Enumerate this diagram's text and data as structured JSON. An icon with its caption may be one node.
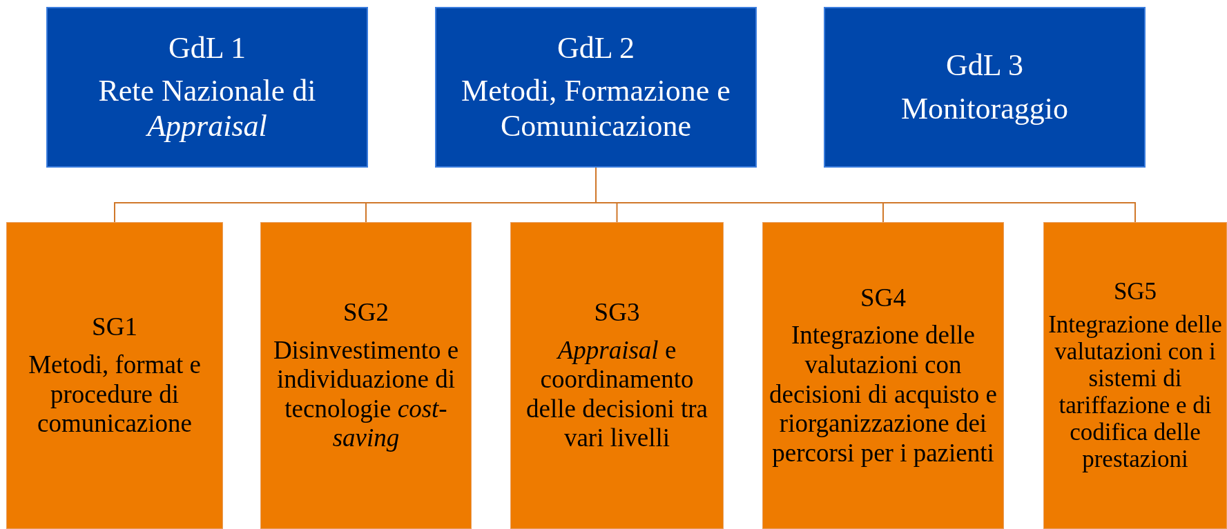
{
  "diagram": {
    "nodes": [
      {
        "text": [
          "GdL 1",
          "Rete Nazionale di *Appraisal*"
        ]
      },
      {
        "text": [
          "GdL 2",
          "Metodi, Formazione e Comunicazione"
        ]
      },
      {
        "text": [
          "GdL 3",
          "Monitoraggio"
        ]
      },
      {
        "text": [
          "SG1",
          "Metodi, format e procedure di comunicazione"
        ]
      },
      {
        "text": [
          "SG2",
          "Disinvestimento e individuazione di tecnologie *cost-saving*"
        ]
      },
      {
        "text": [
          "SG3",
          "*Appraisal* e coordinamento delle decisioni tra vari livelli"
        ]
      },
      {
        "text": [
          "SG4",
          "Integrazione delle valutazioni con decisioni di acquisto e riorganizzazione dei percorsi per i pazienti"
        ]
      },
      {
        "text": [
          "SG5",
          "Integrazione delle valutazioni con i sistemi di tariffazione e di codifica delle prestazioni"
        ]
      }
    ],
    "edges": [
      {
        "from": 1,
        "to": 3,
        "arrow": "none"
      },
      {
        "from": 1,
        "to": 4,
        "arrow": "none"
      },
      {
        "from": 1,
        "to": 5,
        "arrow": "none"
      },
      {
        "from": 1,
        "to": 6,
        "arrow": "none"
      },
      {
        "from": 1,
        "to": 7,
        "arrow": "none"
      }
    ]
  }
}
